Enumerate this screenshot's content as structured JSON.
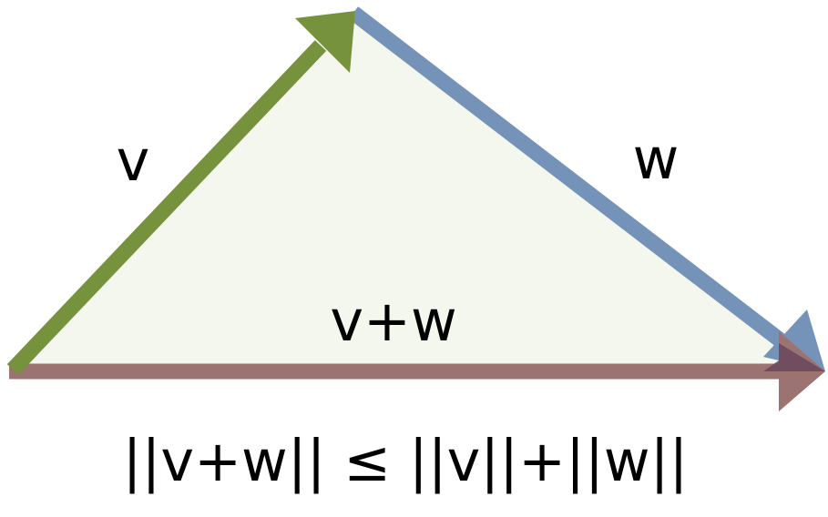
{
  "diagram": {
    "labels": {
      "v": "v",
      "w": "w",
      "sum": "v+w"
    },
    "formula": "||v+w|| ≤ ||v||+||w||",
    "colors": {
      "background": "#ffffff",
      "triangle_fill": "#f4f7ee",
      "v_arrow": "#76923c",
      "w_arrow": "#7592b8",
      "sum_arrow": "#9b7370",
      "overlap": "#6b4a5d"
    }
  }
}
